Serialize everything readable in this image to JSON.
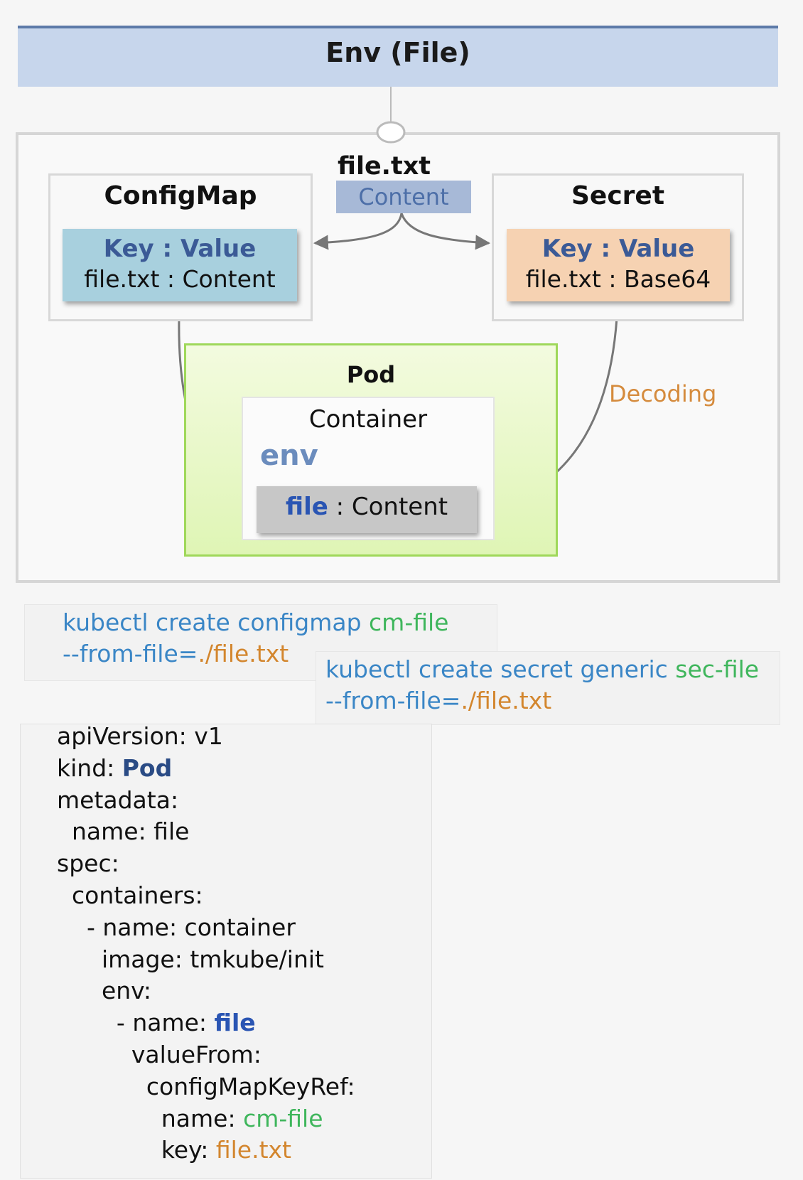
{
  "header": {
    "title": "Env (File)"
  },
  "source": {
    "file_label": "file.txt",
    "content_chip": "Content"
  },
  "configmap": {
    "title": "ConfigMap",
    "kv_header": "Key : Value",
    "kv_value": "file.txt : Content",
    "box_color": "#a8d0de"
  },
  "secret": {
    "title": "Secret",
    "kv_header": "Key : Value",
    "kv_value": "file.txt : Base64",
    "box_color": "#f6d2b2"
  },
  "pod": {
    "title": "Pod",
    "container_title": "Container",
    "env_label": "env",
    "env_key": "file",
    "env_sep": " : ",
    "env_value": "Content"
  },
  "decoding_label": "Decoding",
  "commands": {
    "configmap": {
      "prefix": "kubectl create configmap ",
      "name": "cm-file",
      "flag": "--from-file=",
      "path": "./file.txt"
    },
    "secret": {
      "prefix": "kubectl create secret generic ",
      "name": "sec-file",
      "flag": "--from-file=",
      "path": "./file.txt"
    }
  },
  "yaml": {
    "l1": "apiVersion: v1",
    "l2k": "kind: ",
    "l2v": "Pod",
    "l3": "metadata:",
    "l4": "  name: file",
    "l5": "spec:",
    "l6": "  containers:",
    "l7": "    - name: container",
    "l8": "      image: tmkube/init",
    "l9": "      env:",
    "l10k": "        - name: ",
    "l10v": "file",
    "l11": "          valueFrom:",
    "l12": "            configMapKeyRef:",
    "l13k": "              name: ",
    "l13v": "cm-file",
    "l14k": "              key: ",
    "l14v": "file.txt"
  },
  "colors": {
    "accent_blue": "#3a86c6",
    "name_green": "#3fb65c",
    "path_orange": "#d3862e",
    "pod_green": "#9fd85a"
  }
}
